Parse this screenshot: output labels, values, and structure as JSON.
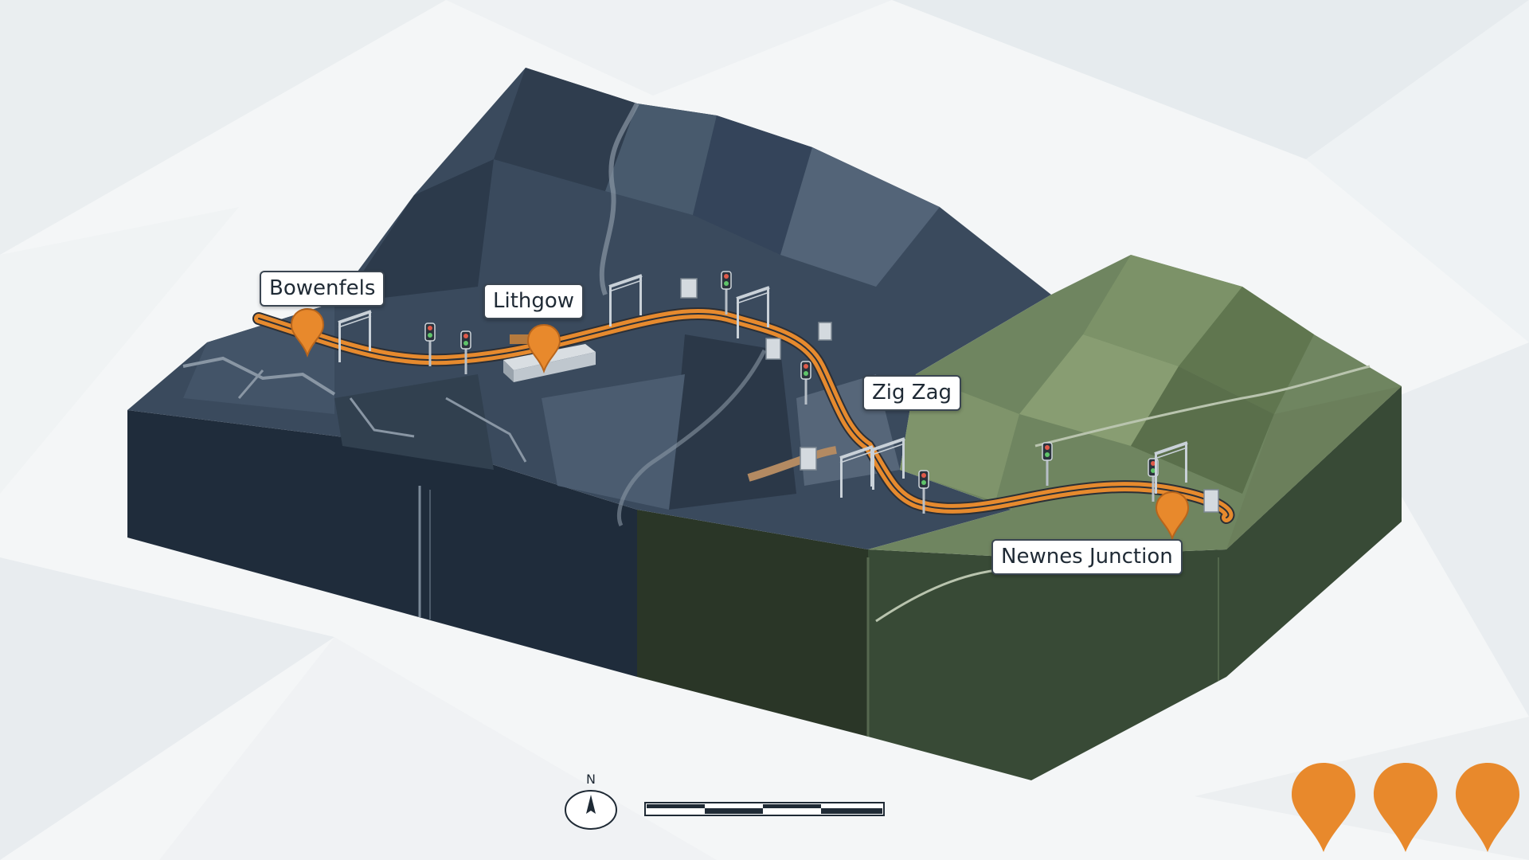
{
  "map": {
    "places": [
      {
        "id": "bowenfels",
        "label": "Bowenfels"
      },
      {
        "id": "lithgow",
        "label": "Lithgow"
      },
      {
        "id": "zigzag",
        "label": "Zig Zag"
      },
      {
        "id": "newnes",
        "label": "Newnes Junction"
      }
    ],
    "compass_label": "N",
    "colors": {
      "route": "#e68a2e",
      "marker": "#e8892c",
      "dark_terrain": "#3a4a5d",
      "green_terrain": "#6f8560",
      "background": "#f4f6f7"
    },
    "icons": [
      "marker-icon",
      "compass-icon",
      "signal-icon",
      "scale-bar"
    ]
  }
}
